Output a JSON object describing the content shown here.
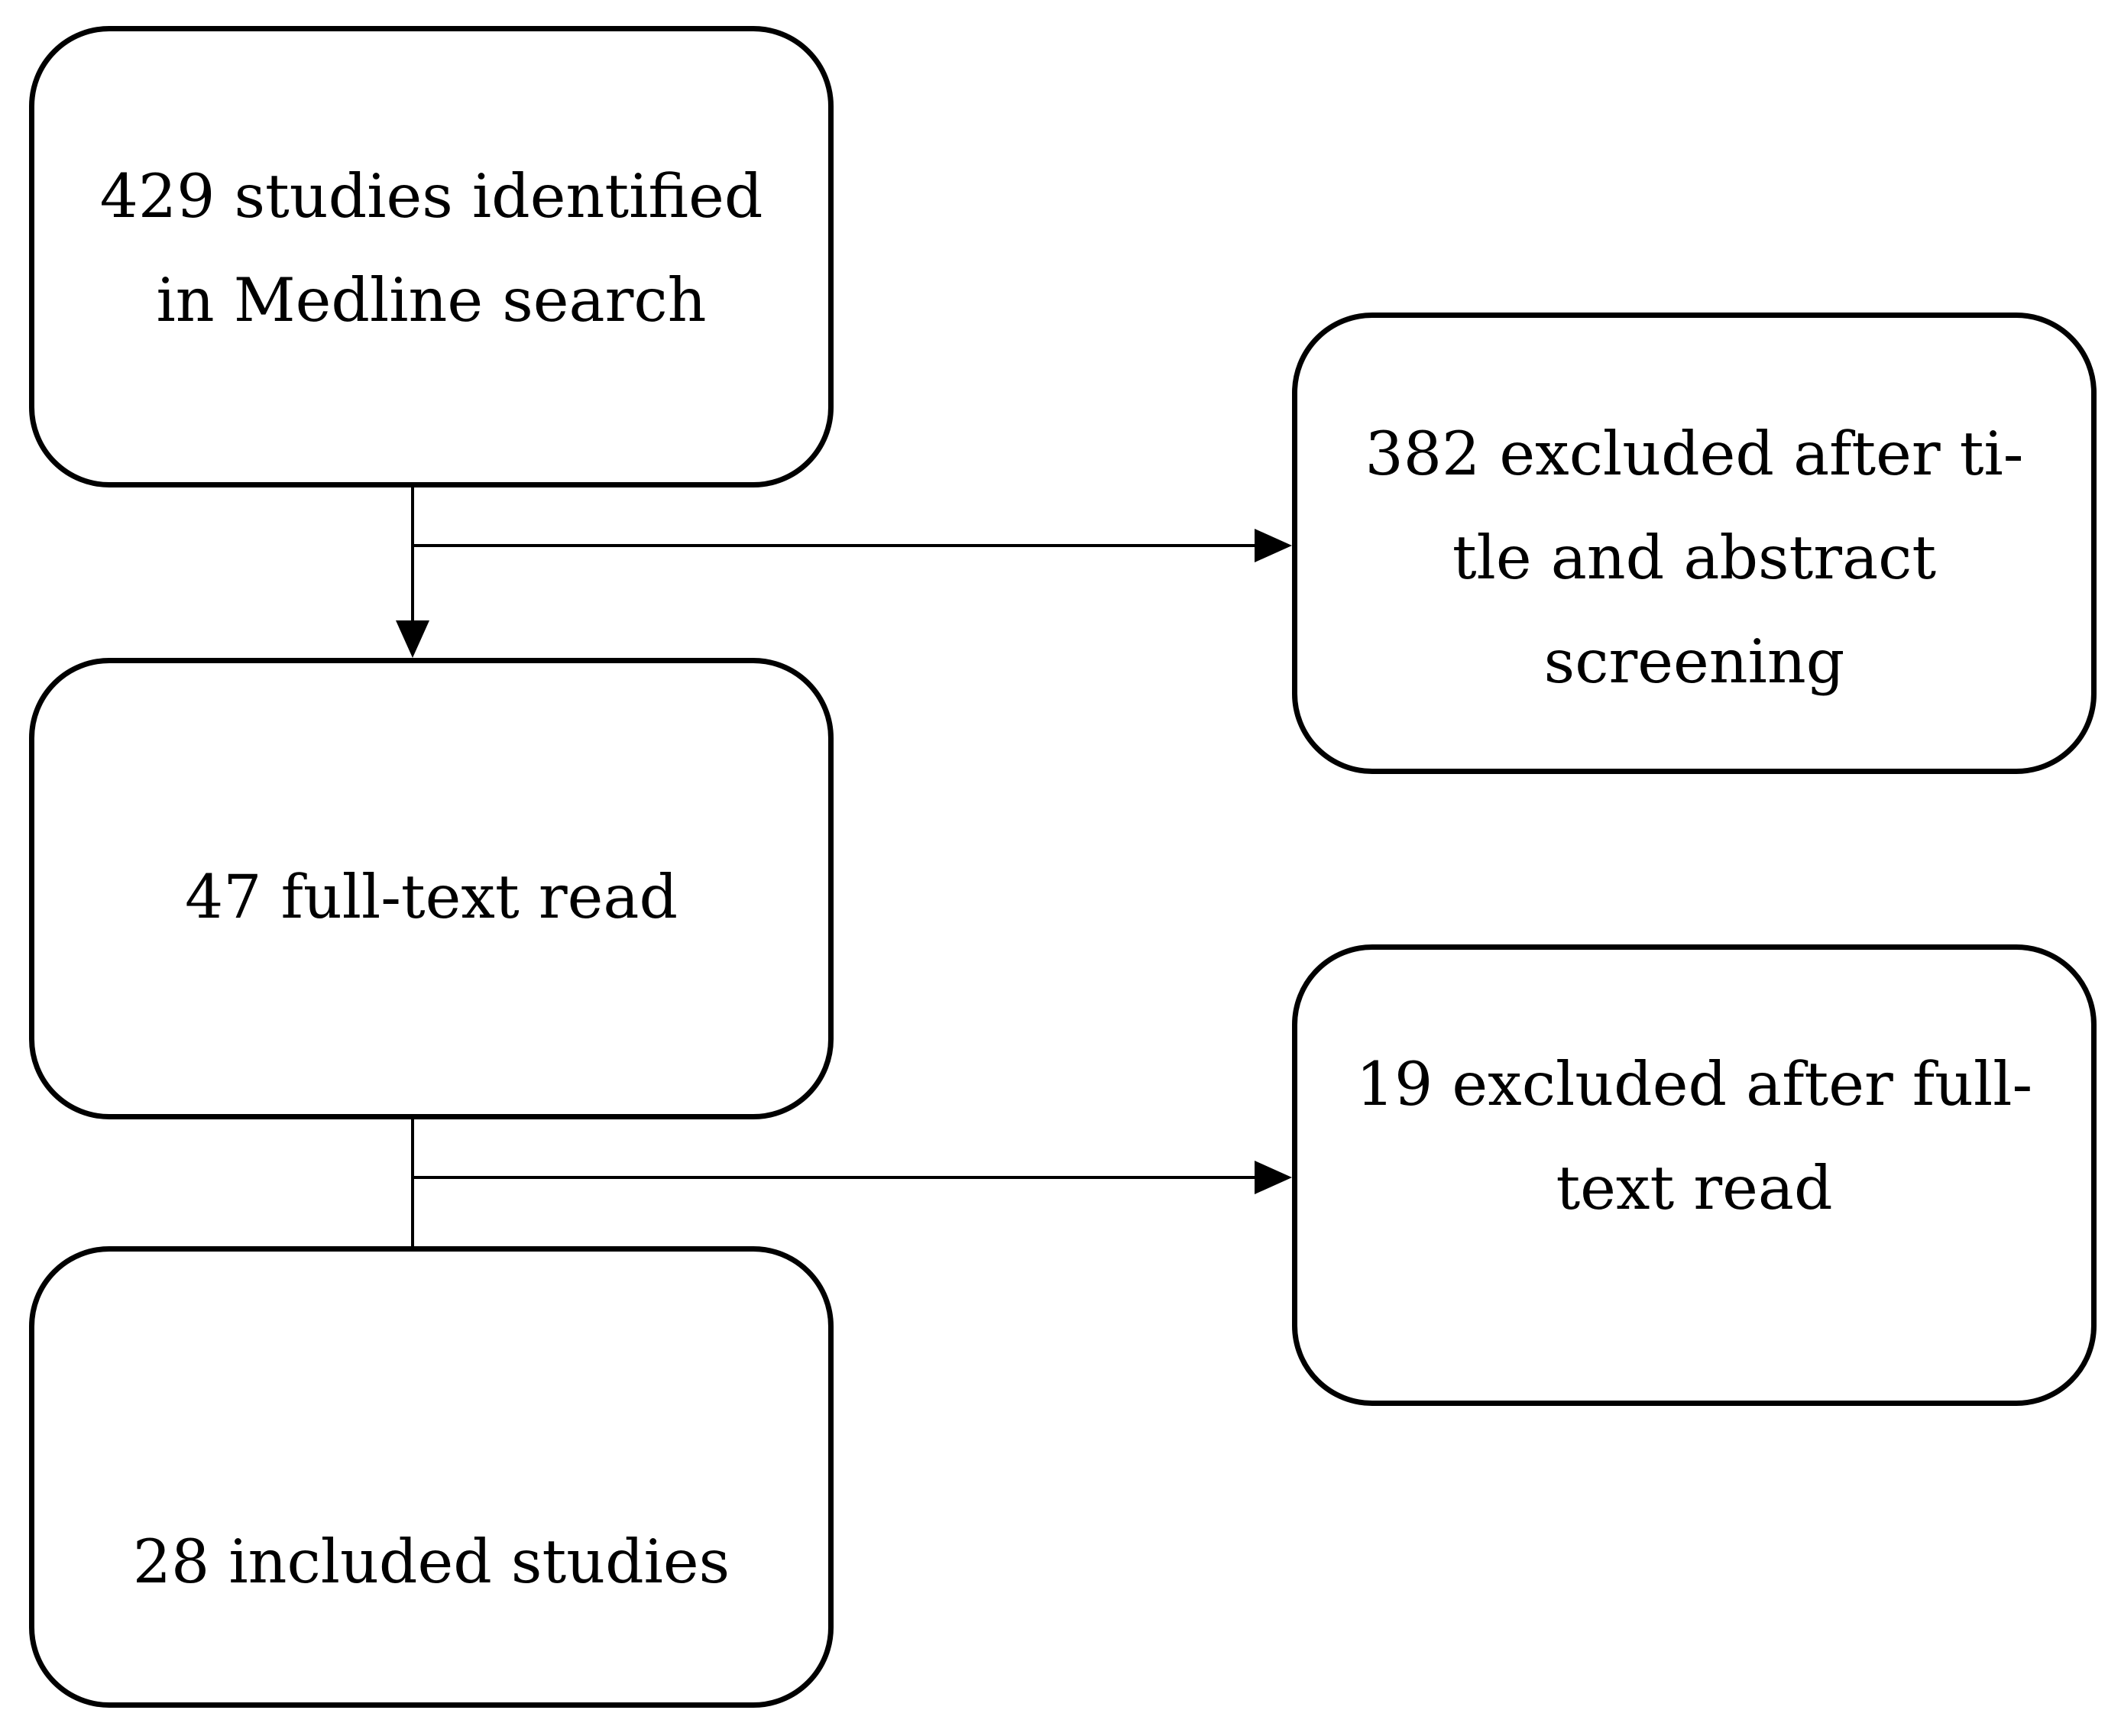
{
  "nodes": {
    "search": {
      "lines": [
        "429 studies identified",
        "in Medline search"
      ]
    },
    "full_text": {
      "lines": [
        "47 full-text read"
      ]
    },
    "included": {
      "lines": [
        "28 included studies"
      ]
    },
    "excluded_screening": {
      "lines": [
        "382 excluded after ti-",
        "tle and abstract",
        "screening"
      ]
    },
    "excluded_full_text": {
      "lines": [
        "19 excluded after full-",
        "text read"
      ]
    }
  },
  "edges": [
    {
      "from": "search",
      "to": "full_text"
    },
    {
      "from": "search",
      "to": "excluded_screening"
    },
    {
      "from": "full_text",
      "to": "included"
    },
    {
      "from": "full_text",
      "to": "excluded_full_text"
    }
  ]
}
